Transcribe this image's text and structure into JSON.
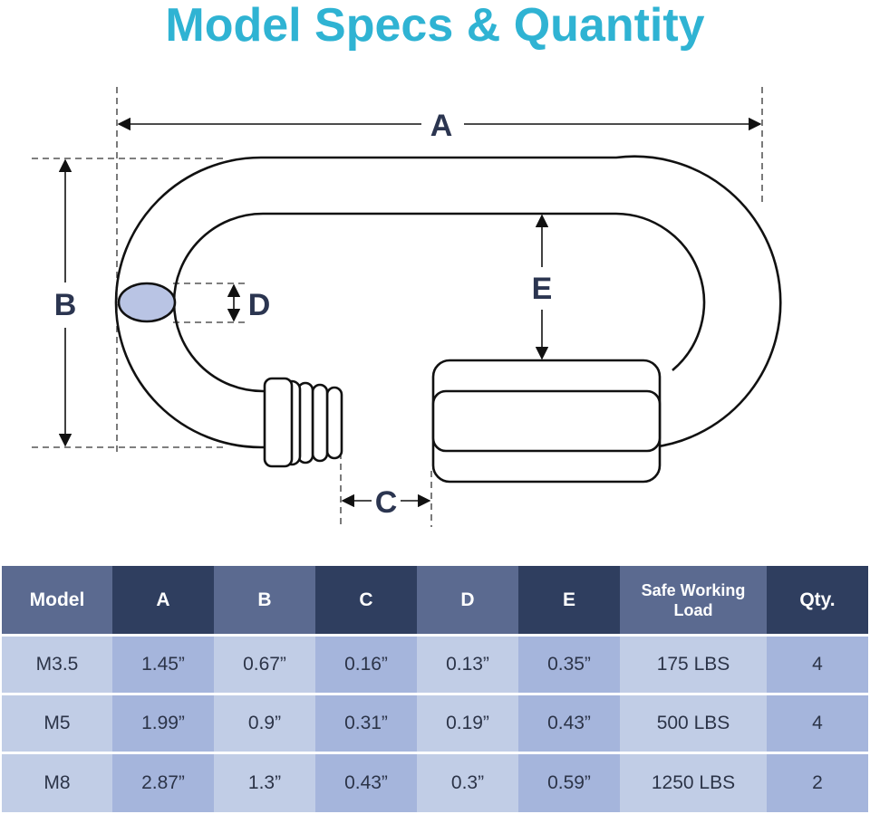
{
  "title": "Model Specs & Quantity",
  "diagram": {
    "labels": {
      "a": "A",
      "b": "B",
      "c": "C",
      "d": "D",
      "e": "E"
    }
  },
  "table": {
    "headers": [
      "Model",
      "A",
      "B",
      "C",
      "D",
      "E",
      "Safe Working Load",
      "Qty."
    ],
    "rows": [
      [
        "M3.5",
        "1.45”",
        "0.67”",
        "0.16”",
        "0.13”",
        "0.35”",
        "175 LBS",
        "4"
      ],
      [
        "M5",
        "1.99”",
        "0.9”",
        "0.31”",
        "0.19”",
        "0.43”",
        "500 LBS",
        "4"
      ],
      [
        "M8",
        "2.87”",
        "1.3”",
        "0.43”",
        "0.3”",
        "0.59”",
        "1250 LBS",
        "2"
      ]
    ]
  },
  "colors": {
    "title": "#2fb3d3",
    "header_dark": "#2f3e5f",
    "header_light": "#5b6a90",
    "cell_light": "#c1cde6",
    "cell_dark": "#a5b5dc",
    "rod_section": "#b9c4e4"
  }
}
